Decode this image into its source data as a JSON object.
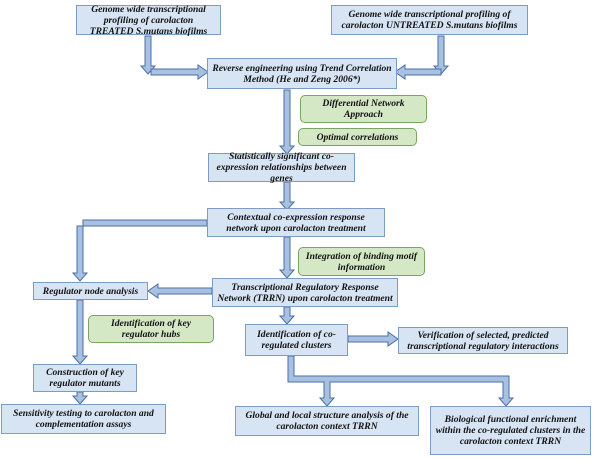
{
  "nodes": {
    "treated": "Genome wide transcriptional profiling of carolacton TREATED S.mutans biofilms",
    "untreated": "Genome wide transcriptional profiling of carolacton UNTREATED S.mutans biofilms",
    "reverse": "Reverse engineering using Trend Correlation Method (He and Zeng 2006*)",
    "differential": "Differential Network Approach",
    "optimal": "Optimal correlations",
    "statistical": "Statistically significant co-expression relationships between genes",
    "contextual": "Contextual co-expression response network upon carolacton treatment",
    "integration": "Integration of binding motif information",
    "trrn": "Transcriptional Regulatory Response Network (TRRN) upon carolacton treatment",
    "regulator_node": "Regulator node analysis",
    "key_hubs": "Identification of key regulator hubs",
    "coregulated": "Identification of co-regulated clusters",
    "verification": "Verification of selected, predicted transcriptional regulatory interactions",
    "mutants": "Construction of key regulator mutants",
    "sensitivity": "Sensitivity testing to carolacton and complementation assays",
    "global": "Global and local structure analysis of the carolacton context TRRN",
    "biological": "Biological functional enrichment within the co-regulated clusters in the carolacton context TRRN"
  },
  "colors": {
    "blue_fill": "#d7e4f4",
    "green_fill": "#d5e8c6",
    "arrow_fill": "#a9c1e0",
    "arrow_stroke": "#4a6ea9"
  }
}
